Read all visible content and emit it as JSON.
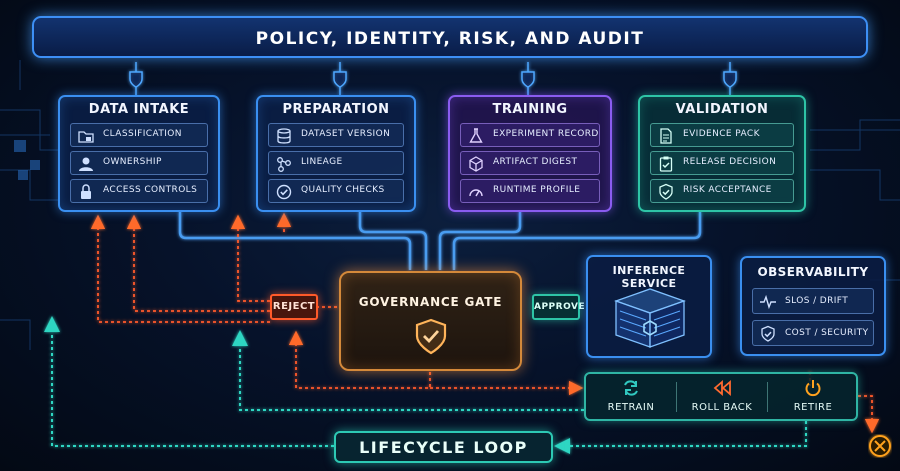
{
  "banner": {
    "title": "POLICY, IDENTITY, RISK, AND AUDIT"
  },
  "stages": [
    {
      "title": "DATA INTAKE",
      "color": "#3a8ff0",
      "items": [
        {
          "icon": "folder-lock-icon",
          "label": "CLASSIFICATION"
        },
        {
          "icon": "user-icon",
          "label": "OWNERSHIP"
        },
        {
          "icon": "lock-icon",
          "label": "ACCESS CONTROLS"
        }
      ]
    },
    {
      "title": "PREPARATION",
      "color": "#3a8ff0",
      "items": [
        {
          "icon": "database-icon",
          "label": "DATASET VERSION"
        },
        {
          "icon": "lineage-icon",
          "label": "LINEAGE"
        },
        {
          "icon": "check-circle-icon",
          "label": "QUALITY CHECKS"
        }
      ]
    },
    {
      "title": "TRAINING",
      "color": "#8a5cf0",
      "items": [
        {
          "icon": "flask-icon",
          "label": "EXPERIMENT RECORD"
        },
        {
          "icon": "cube-icon",
          "label": "ARTIFACT DIGEST"
        },
        {
          "icon": "gauge-icon",
          "label": "RUNTIME PROFILE"
        }
      ]
    },
    {
      "title": "VALIDATION",
      "color": "#2ec4a6",
      "items": [
        {
          "icon": "document-icon",
          "label": "EVIDENCE PACK"
        },
        {
          "icon": "clipboard-check-icon",
          "label": "RELEASE DECISION"
        },
        {
          "icon": "shield-check-icon",
          "label": "RISK ACCEPTANCE"
        }
      ]
    }
  ],
  "gate": {
    "title": "GOVERNANCE GATE",
    "color": "#d4893a"
  },
  "reject": {
    "label": "REJECT",
    "color": "#ff5a2a"
  },
  "approve": {
    "label": "APPROVE",
    "color": "#2ec4a6"
  },
  "inference": {
    "title": "INFERENCE SERVICE"
  },
  "observability": {
    "title": "OBSERVABILITY",
    "items": [
      {
        "icon": "pulse-icon",
        "label": "SLOS / DRIFT"
      },
      {
        "icon": "shield-check-icon",
        "label": "COST / SECURITY"
      }
    ]
  },
  "actions": [
    {
      "icon": "refresh-icon",
      "label": "RETRAIN",
      "color": "#31c8c0"
    },
    {
      "icon": "rewind-icon",
      "label": "ROLL BACK",
      "color": "#ff6a30"
    },
    {
      "icon": "power-icon",
      "label": "RETIRE",
      "color": "#ffa21f"
    }
  ],
  "loop": {
    "title": "LIFECYCLE LOOP",
    "color": "#2dc9b4"
  }
}
